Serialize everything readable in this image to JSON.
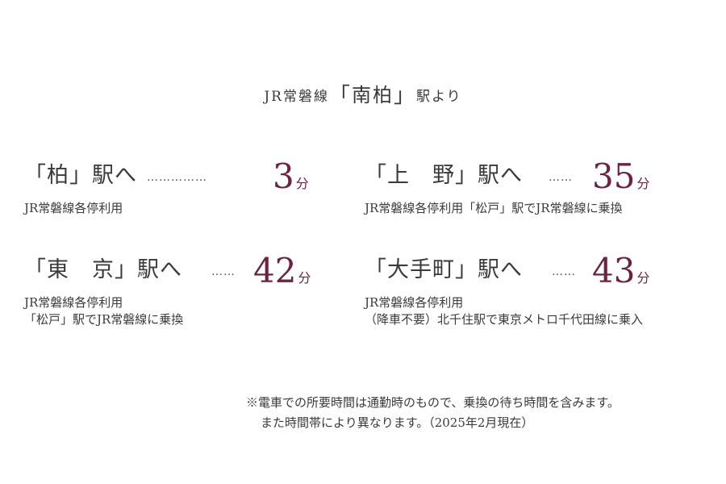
{
  "header": {
    "prefix": "JR常磐線",
    "open_bracket": "「",
    "station": "南柏",
    "close_bracket": "」",
    "suffix": "駅より"
  },
  "routes": [
    {
      "destination": "「柏」駅へ",
      "dots": "……………",
      "minutes": "3",
      "unit": "分",
      "notes": [
        "JR常磐線各停利用"
      ]
    },
    {
      "destination": "「上　野」駅へ",
      "dots": "……",
      "minutes": "35",
      "unit": "分",
      "notes": [
        "JR常磐線各停利用「松戸」駅でJR常磐線に乗換"
      ]
    },
    {
      "destination": "「東　京」駅へ",
      "dots": "……",
      "minutes": "42",
      "unit": "分",
      "notes": [
        "JR常磐線各停利用",
        "「松戸」駅でJR常磐線に乗換"
      ]
    },
    {
      "destination": "「大手町」駅へ",
      "dots": "……",
      "minutes": "43",
      "unit": "分",
      "notes": [
        "JR常磐線各停利用",
        "（降車不要）北千住駅で東京メトロ千代田線に乗入"
      ]
    }
  ],
  "footnote": {
    "line1": "※電車での所要時間は通勤時のもので、乗換の待ち時間を含みます。",
    "line2": "また時間帯により異なります。（2025年2月現在）"
  },
  "colors": {
    "accent": "#6b2341",
    "text": "#3a3a3a"
  }
}
